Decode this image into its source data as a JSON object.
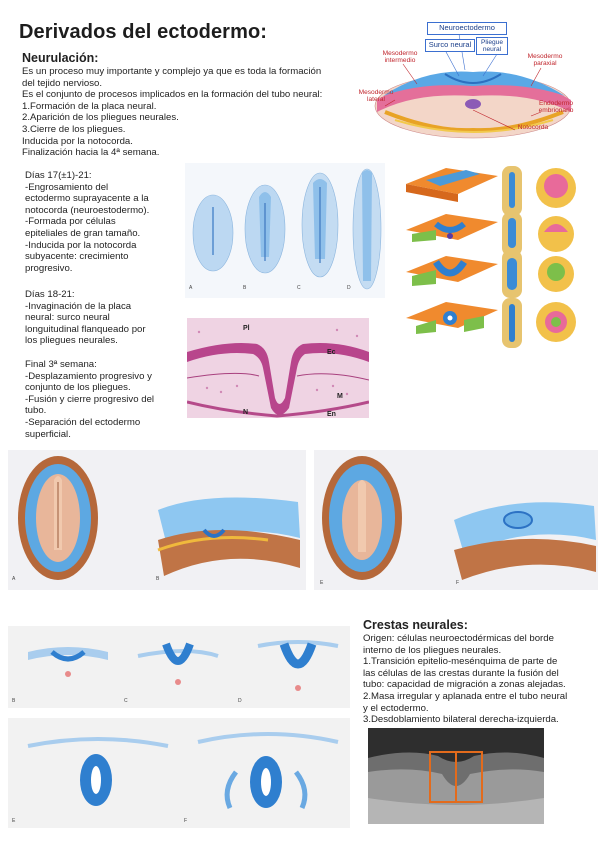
{
  "title": "Derivados del ectodermo:",
  "neurulacion": {
    "heading": "Neurulación:",
    "lines": [
      "Es un proceso muy importante y complejo ya que es toda la formación",
      "del tejido nervioso.",
      "Es el conjunto de procesos implicados en la formación del tubo neural:",
      "1.Formación de la placa neural.",
      "2.Aparición de los pliegues neurales.",
      "3.Cierre de los pliegues.",
      "Inducida por la notocorda.",
      "Finalización hacia la 4ª semana."
    ]
  },
  "dias17": {
    "lines": [
      "Días 17(±1)-21:",
      "-Engrosamiento del",
      "ectodermo suprayacente a la",
      "notocorda (neuroestodermo).",
      "-Formada por células",
      "epiteliales de gran tamaño.",
      "-Inducida por la notocorda",
      "subyacente: crecimiento",
      "progresivo."
    ]
  },
  "dias18": {
    "lines": [
      "Días 18-21:",
      "-Invaginación de la placa",
      "neural: surco neural",
      "longuitudinal flanqueado por",
      "los pliegues neurales."
    ]
  },
  "final3": {
    "lines": [
      "Final 3ª semana:",
      "-Desplazamiento progresivo y",
      "conjunto de los pliegues.",
      "-Fusión y cierre progresivo del",
      "tubo.",
      "-Separación del ectodermo",
      "superficial."
    ]
  },
  "crestas": {
    "heading": "Crestas neurales:",
    "lines": [
      "Origen: células neuroectodérmicas del borde",
      "interno de los pliegues neurales.",
      "1.Transición epitelio-mesénquima de parte de",
      "las células de las crestas durante la fusión del",
      "tubo: capacidad de migración a zonas alejadas.",
      "2.Masa irregular y aplanada entre el tubo neural",
      "y el ectodermo.",
      "3.Desdoblamiento bilateral derecha-izquierda."
    ]
  },
  "fig_top_right": {
    "neuroectodermo": "Neuroectodermo",
    "surco_neural": "Surco neural",
    "pliegue_neural": "Pliegue neural",
    "mesodermo_intermedio": "Mesodermo intermedio",
    "mesodermo_paraxial": "Mesodermo paraxial",
    "mesodermo_lateral": "Mesodermo lateral",
    "endodermo_embrionario": "Endodermo embrionario",
    "notocorda": "Notocorda"
  },
  "fig_histology": {
    "pl": "Pl",
    "ec": "Ec",
    "m": "M",
    "n": "N",
    "en": "En"
  },
  "colors": {
    "blue_label": "#1b3f8a",
    "red_label": "#c0262d",
    "ectoderm_blue": "#4d9be0",
    "histology_pink": "#c85a9c"
  }
}
